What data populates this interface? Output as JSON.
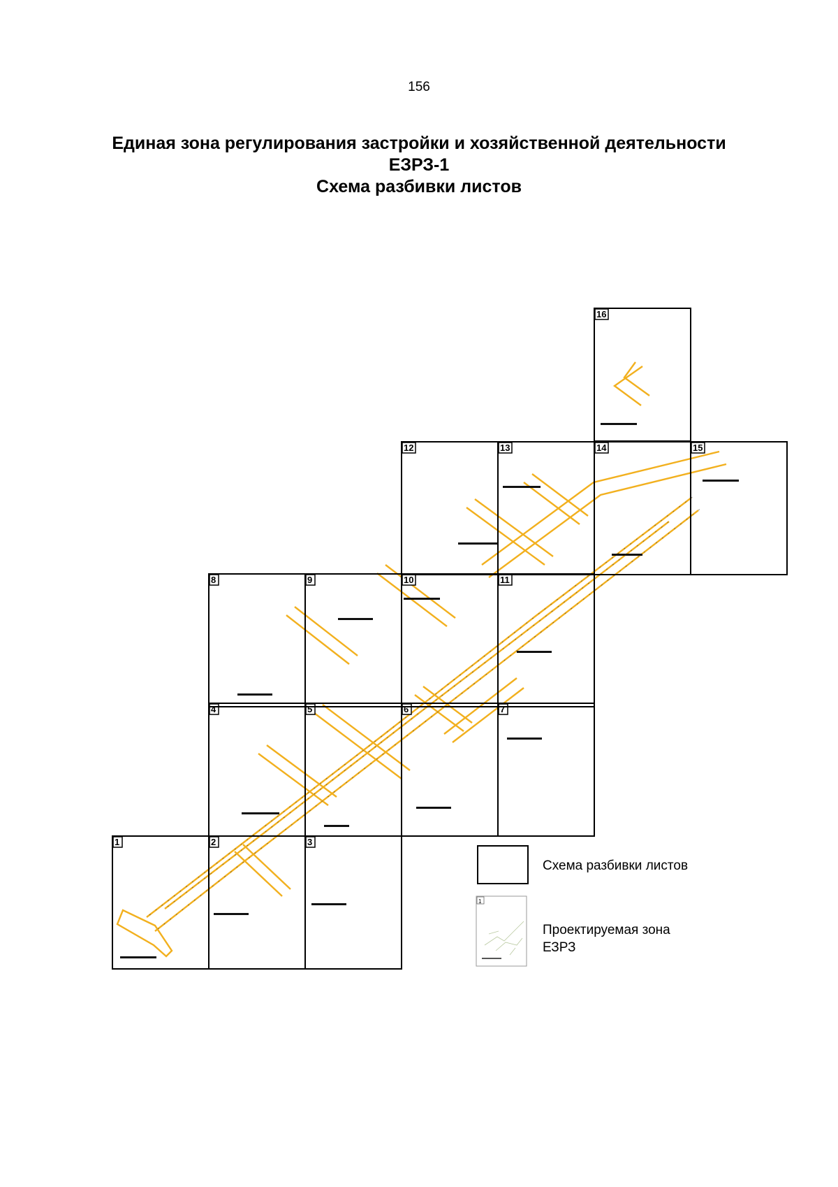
{
  "page": {
    "number": "156"
  },
  "title": {
    "line1": "Единая зона регулирования застройки и хозяйственной деятельности",
    "line2": "ЕЗРЗ-1",
    "line3": "Схема разбивки листов"
  },
  "sheets": [
    {
      "label": "1"
    },
    {
      "label": "2"
    },
    {
      "label": "3"
    },
    {
      "label": "4"
    },
    {
      "label": "5"
    },
    {
      "label": "6"
    },
    {
      "label": "7"
    },
    {
      "label": "8"
    },
    {
      "label": "9"
    },
    {
      "label": "10"
    },
    {
      "label": "11"
    },
    {
      "label": "12"
    },
    {
      "label": "13"
    },
    {
      "label": "14"
    },
    {
      "label": "15"
    },
    {
      "label": "16"
    }
  ],
  "legend": {
    "sheet_layout": {
      "label": "Схема разбивки листов"
    },
    "zone": {
      "thumb_label": "1",
      "label_line1": "Проектируемая зона",
      "label_line2": "ЕЗРЗ"
    }
  },
  "colors": {
    "zone": "#f2b01e",
    "grid": "#000000",
    "background": "#ffffff"
  }
}
